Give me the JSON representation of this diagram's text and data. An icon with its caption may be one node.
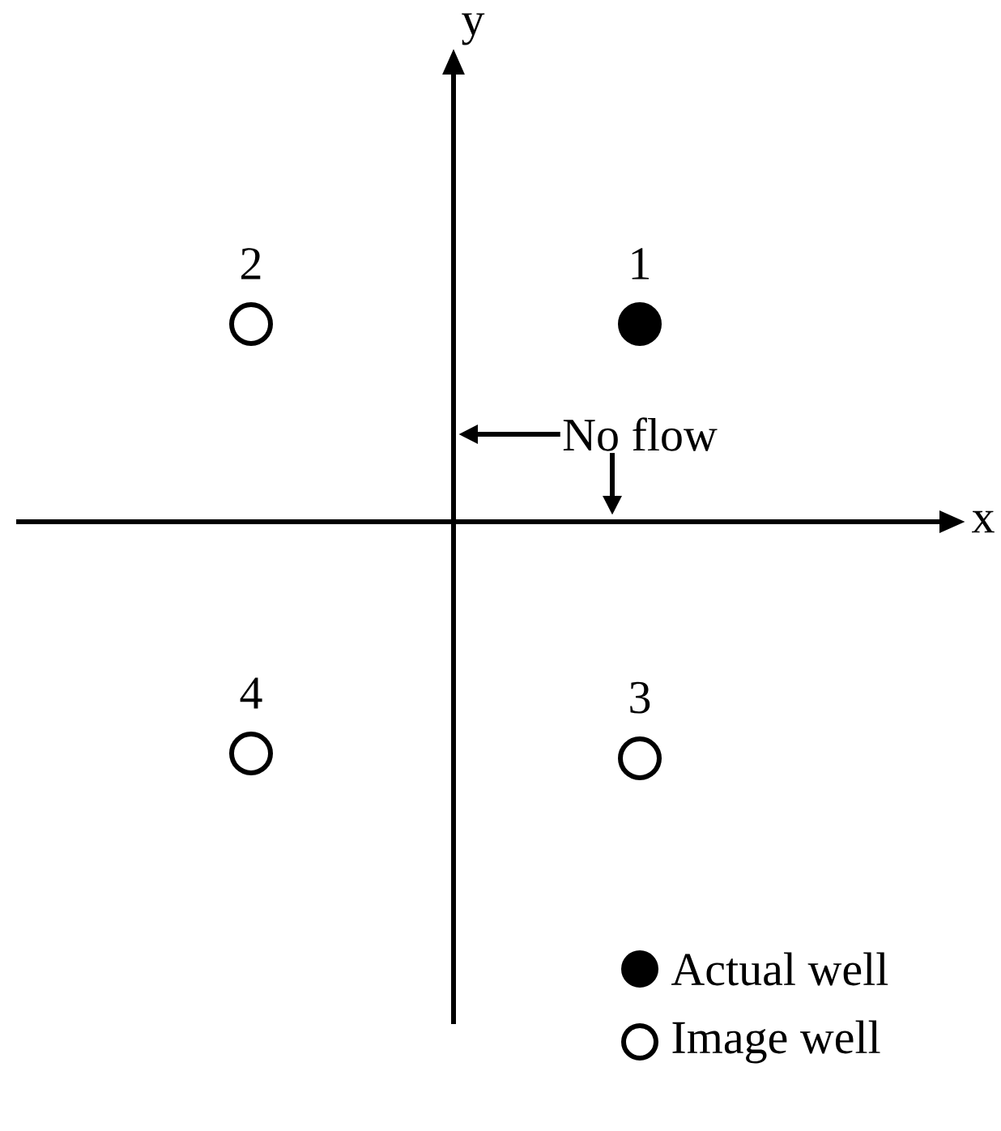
{
  "diagram": {
    "nodes": [
      {
        "text": [],
        "shape": "circle",
        "beside": [
          "2"
        ]
      },
      {
        "text": [],
        "shape": "disc",
        "beside": [
          "1"
        ]
      },
      {
        "text": [
          "No flow"
        ]
      },
      {
        "text": [],
        "shape": "circle",
        "beside": [
          "4"
        ]
      },
      {
        "text": [],
        "shape": "circle",
        "beside": [
          "3"
        ]
      }
    ],
    "edges": [
      {
        "from": 2,
        "to": null,
        "arrow": "to"
      },
      {
        "from": 2,
        "to": null,
        "arrow": "to"
      }
    ],
    "labels": [
      "y",
      "x"
    ],
    "legend": [
      {
        "text": "Actual well"
      },
      {
        "text": "Image well"
      }
    ]
  }
}
